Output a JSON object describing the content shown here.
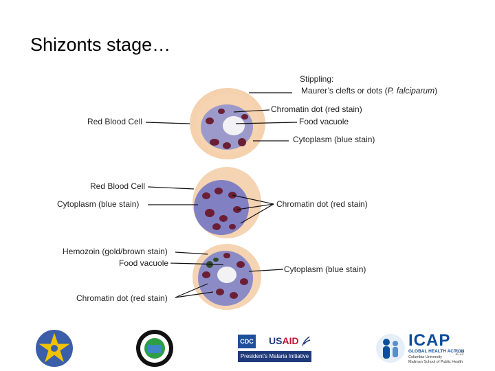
{
  "title": "Shizonts stage…",
  "labels": {
    "stippling": "Stippling:",
    "maurers_prefix": "Maurer’s clefts or dots (",
    "maurers_species": "P. falciparum",
    "maurers_suffix": ")",
    "chromatin_1": "Chromatin dot (red stain)",
    "food_vacuole_1": "Food vacuole",
    "cytoplasm_1": "Cytoplasm (blue stain)",
    "rbc_1": "Red Blood Cell",
    "rbc_2": "Red Blood Cell",
    "cytoplasm_2": "Cytoplasm (blue stain)",
    "chromatin_2": "Chromatin dot (red stain)",
    "hemozoin": "Hemozoin (gold/brown stain)",
    "food_vacuole_2": "Food vacuole",
    "cytoplasm_3": "Cytoplasm (blue stain)",
    "chromatin_3": "Chromatin dot (red stain)"
  },
  "logos": {
    "cdc": "CDC",
    "usaid_us": "US",
    "usaid_aid": "AID",
    "pmi": "President's Malaria Initiative",
    "icap": "ICAP",
    "icap_tagline": "GLOBAL HEALTH ACTION",
    "icap_univ": "Columbia University",
    "icap_school": "Mailman School of Public Health"
  },
  "page_number": "23",
  "colors": {
    "rbc": "#f3c9a0",
    "cytoplasm": "#6a6fb8",
    "chromatin": "#6b1f35",
    "pmi_bar": "#1f3a7a",
    "icap_blue": "#0b4e9a"
  }
}
